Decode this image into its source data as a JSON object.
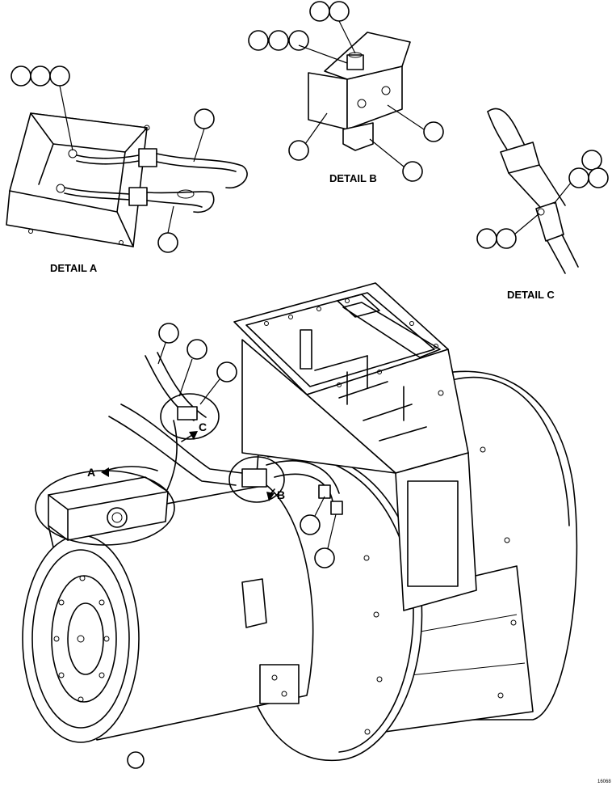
{
  "labels": {
    "detail_a": "DETAIL A",
    "detail_b": "DETAIL B",
    "detail_c": "DETAIL C",
    "ref_a": "A",
    "ref_b": "B",
    "ref_c": "C",
    "figure_number": "16068"
  }
}
